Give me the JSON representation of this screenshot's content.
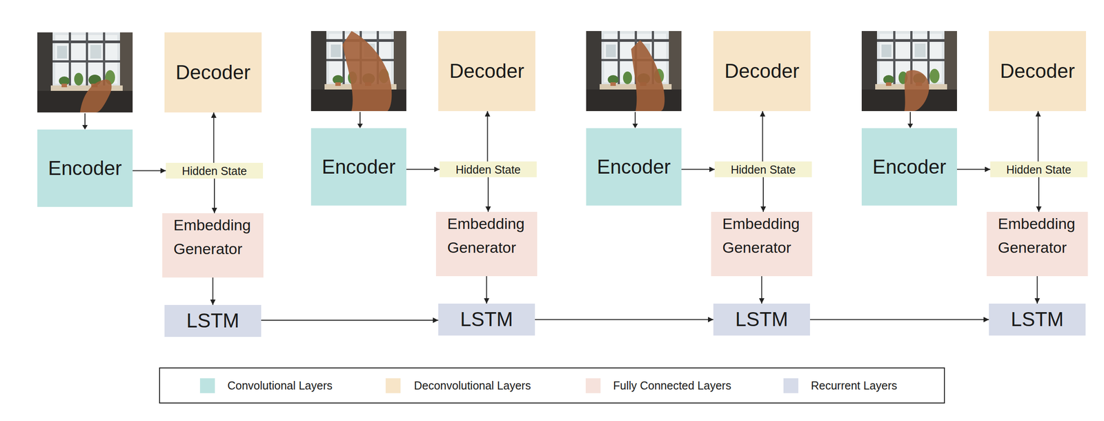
{
  "diagram": {
    "nodes": [
      {
        "text": [
          "Decoder"
        ]
      },
      {
        "text": [
          "Encoder"
        ]
      },
      {
        "text": [
          "Hidden State"
        ]
      },
      {
        "text": [
          "Embedding Generator"
        ]
      },
      {
        "text": [
          "LSTM"
        ]
      },
      {
        "text": [
          "Decoder"
        ]
      },
      {
        "text": [
          "Encoder"
        ]
      },
      {
        "text": [
          "Hidden State"
        ]
      },
      {
        "text": [
          "Embedding Generator"
        ]
      },
      {
        "text": [
          "LSTM"
        ]
      },
      {
        "text": [
          "Decoder"
        ]
      },
      {
        "text": [
          "Encoder"
        ]
      },
      {
        "text": [
          "Hidden State"
        ]
      },
      {
        "text": [
          "Embedding Generator"
        ]
      },
      {
        "text": [
          "LSTM"
        ]
      },
      {
        "text": [
          "Decoder"
        ]
      },
      {
        "text": [
          "Encoder"
        ]
      },
      {
        "text": [
          "Hidden State"
        ]
      },
      {
        "text": [
          "Embedding Generator"
        ]
      },
      {
        "text": [
          "LSTM"
        ]
      }
    ],
    "edges": [
      {
        "from": 1,
        "to": 2,
        "arrow": "to"
      },
      {
        "from": 2,
        "to": 0,
        "arrow": "to"
      },
      {
        "from": 2,
        "to": 3,
        "arrow": "to"
      },
      {
        "from": 3,
        "to": 4,
        "arrow": "to"
      },
      {
        "from": 6,
        "to": 7,
        "arrow": "to"
      },
      {
        "from": 7,
        "to": 5,
        "arrow": "to"
      },
      {
        "from": 7,
        "to": 8,
        "arrow": "to"
      },
      {
        "from": 8,
        "to": 9,
        "arrow": "to"
      },
      {
        "from": 11,
        "to": 12,
        "arrow": "to"
      },
      {
        "from": 12,
        "to": 10,
        "arrow": "to"
      },
      {
        "from": 12,
        "to": 13,
        "arrow": "to"
      },
      {
        "from": 13,
        "to": 14,
        "arrow": "to"
      },
      {
        "from": 16,
        "to": 17,
        "arrow": "to"
      },
      {
        "from": 17,
        "to": 15,
        "arrow": "to"
      },
      {
        "from": 17,
        "to": 18,
        "arrow": "to"
      },
      {
        "from": 18,
        "to": 19,
        "arrow": "to"
      },
      {
        "from": 4,
        "to": 9,
        "arrow": "to"
      },
      {
        "from": 9,
        "to": 14,
        "arrow": "to"
      },
      {
        "from": 14,
        "to": 19,
        "arrow": "to"
      }
    ],
    "legend": [
      {
        "text": "Convolutional Layers",
        "color": "#bde3e1"
      },
      {
        "text": "Deconvolutional Layers",
        "color": "#f7e5c8"
      },
      {
        "text": "Fully Connected Layers",
        "color": "#f6e2dc"
      },
      {
        "text": "Recurrent Layers",
        "color": "#d6dbe9"
      }
    ]
  }
}
